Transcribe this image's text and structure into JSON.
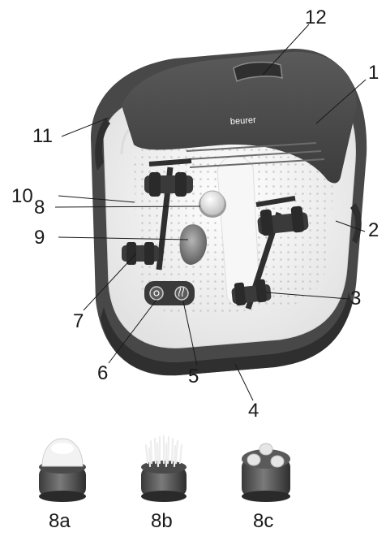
{
  "brand_logo": "beurer",
  "colors": {
    "housing_dark": "#4a4a4a",
    "basin_light": "#ededed",
    "basin_white": "#ffffff",
    "roller_dark": "#2f2f2f",
    "accent_gray": "#8c8c8c",
    "leader_line": "#1a1a1a"
  },
  "callouts": [
    {
      "id": "1",
      "label": "1"
    },
    {
      "id": "2",
      "label": "2"
    },
    {
      "id": "3",
      "label": "3"
    },
    {
      "id": "4",
      "label": "4"
    },
    {
      "id": "5",
      "label": "5"
    },
    {
      "id": "6",
      "label": "6"
    },
    {
      "id": "7",
      "label": "7"
    },
    {
      "id": "8",
      "label": "8"
    },
    {
      "id": "9",
      "label": "9"
    },
    {
      "id": "10",
      "label": "10"
    },
    {
      "id": "11",
      "label": "11"
    },
    {
      "id": "12",
      "label": "12"
    }
  ],
  "accessories": [
    {
      "label": "8a",
      "icon": "pumice-attachment-icon"
    },
    {
      "label": "8b",
      "icon": "brush-attachment-icon"
    },
    {
      "label": "8c",
      "icon": "massage-ball-attachment-icon"
    }
  ]
}
